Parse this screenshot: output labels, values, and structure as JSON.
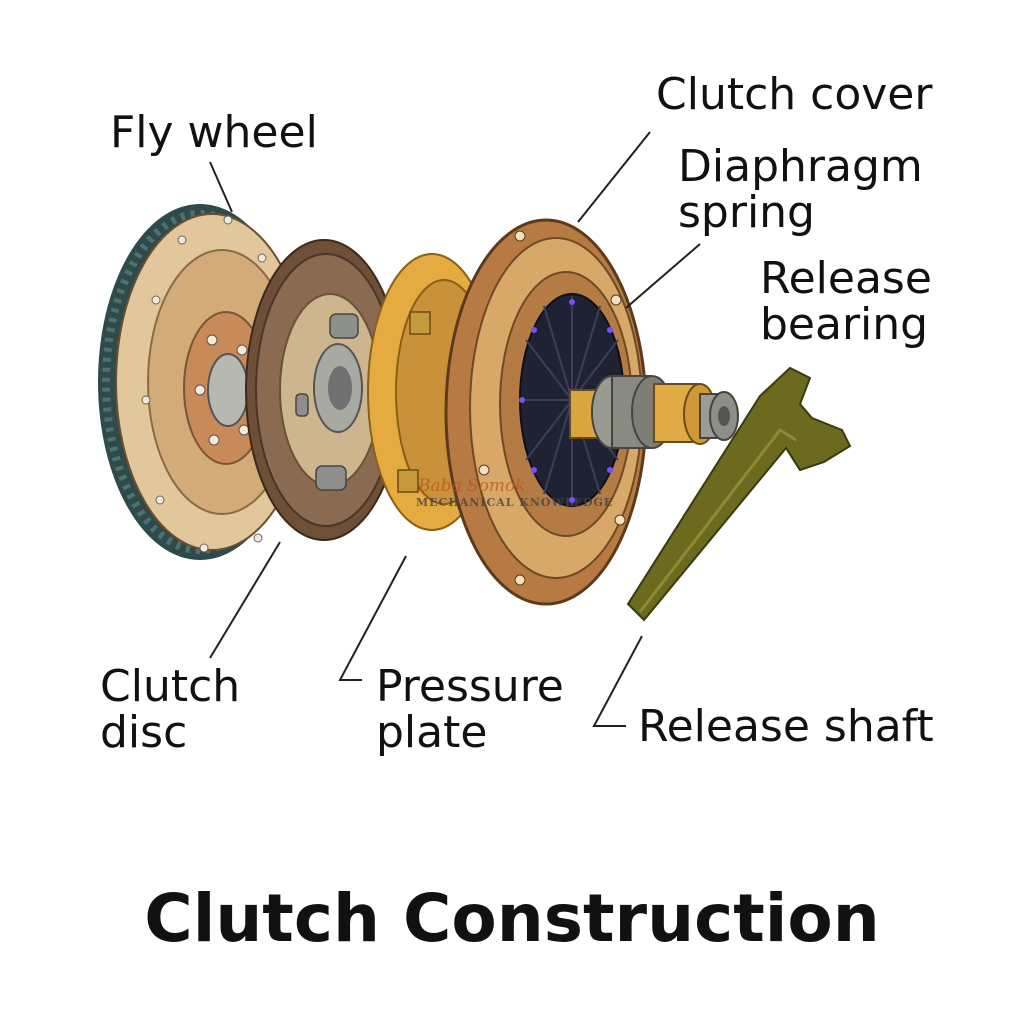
{
  "title": "Clutch Construction",
  "labels": {
    "fly_wheel": "Fly wheel",
    "clutch_cover": "Clutch cover",
    "diaphragm_line1": "Diaphragm",
    "diaphragm_line2": "spring",
    "release_bearing_line1": "Release",
    "release_bearing_line2": "bearing",
    "clutch_disc_line1": "Clutch",
    "clutch_disc_line2": "disc",
    "pressure_plate_line1": "Pressure",
    "pressure_plate_line2": "plate",
    "release_shaft": "Release shaft"
  },
  "watermark": {
    "brand": "Baba Somok",
    "tagline": "MECHANICAL KNOWLEDGE"
  },
  "colors": {
    "flywheel": "#d9b88a",
    "ring_gear": "#2f4a4a",
    "disc_lining": "#7a5a40",
    "pressure_plate": "#e0a43c",
    "cover": "#c78c50",
    "diaphragm": "#1f2233",
    "bearing": "#9a9a90",
    "shaft": "#6b6a1e",
    "line": "#222222"
  }
}
